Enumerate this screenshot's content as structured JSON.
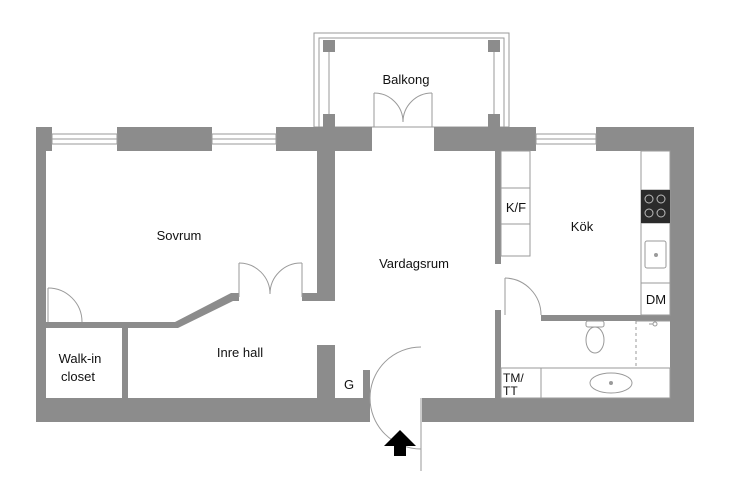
{
  "colors": {
    "wall": "#8c8c8c",
    "line": "#9a9a9a",
    "background": "#ffffff",
    "text": "#111111",
    "arrow": "#000000"
  },
  "rooms": {
    "balkong": "Balkong",
    "sovrum": "Sovrum",
    "vardagsrum": "Vardagsrum",
    "kok": "Kök",
    "inre_hall": "Inre hall",
    "walk_in_line1": "Walk-in",
    "walk_in_line2": "closet",
    "kf": "K/F",
    "dm": "DM",
    "g": "G",
    "tm_line1": "TM/",
    "tm_line2": "TT"
  },
  "icons": {
    "entrance": "entrance-arrow-icon",
    "stove": "stove-icon",
    "sink": "kitchen-sink-icon",
    "toilet": "toilet-icon",
    "washbasin": "washbasin-icon"
  }
}
